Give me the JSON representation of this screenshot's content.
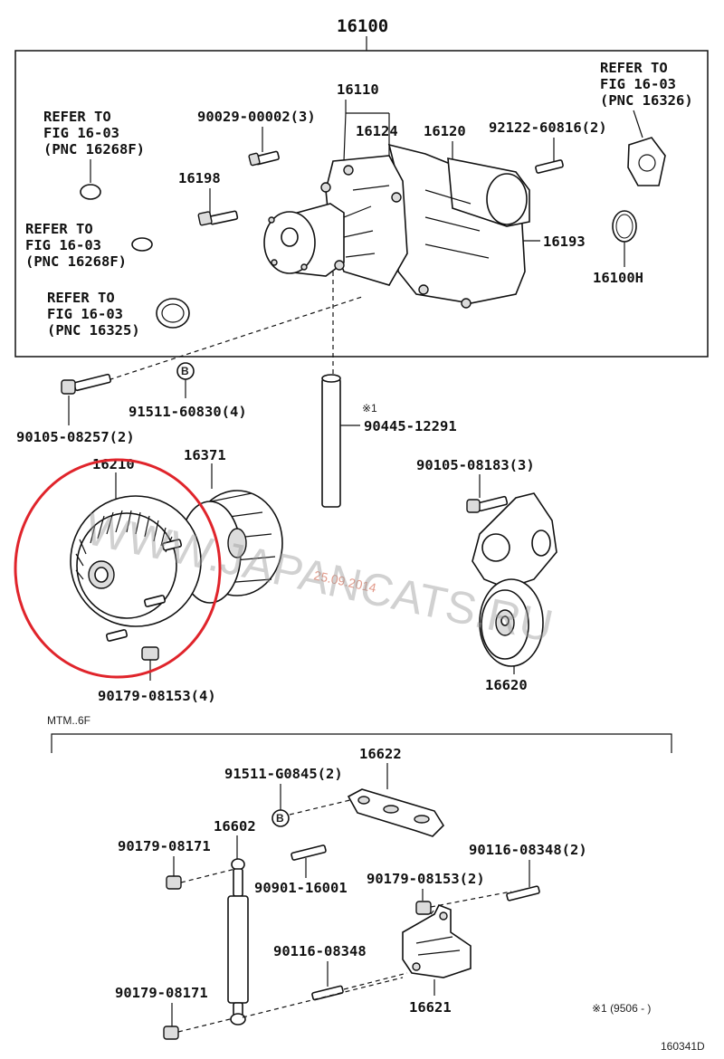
{
  "assembly_number": "16100",
  "labels": {
    "p16110": "16110",
    "p16124": "16124",
    "p16120": "16120",
    "p9002900002": "90029-00002(3)",
    "p16198": "16198",
    "p9212260816": "92122-60816(2)",
    "p16193": "16193",
    "p16100H": "16100H",
    "p9151160830": "91511-60830(4)",
    "p9010508257": "90105-08257(2)",
    "p9044512291": "90445-12291",
    "p16210": "16210",
    "p16371": "16371",
    "p9010508183": "90105-08183(3)",
    "p9017908153_4": "90179-08153(4)",
    "p16620": "16620",
    "p16622": "16622",
    "p91511G0845": "91511-G0845(2)",
    "p16602": "16602",
    "p9017908171_a": "90179-08171",
    "p9011608348_2": "90116-08348(2)",
    "p9090116001": "90901-16001",
    "p9017908153_2": "90179-08153(2)",
    "p9011608348": "90116-08348",
    "p9017908171_b": "90179-08171",
    "p16621": "16621"
  },
  "refer_blocks": [
    {
      "line1": "REFER TO",
      "line2": "FIG 16-03",
      "line3": "(PNC 16268F)"
    },
    {
      "line1": "REFER TO",
      "line2": "FIG 16-03",
      "line3": "(PNC 16268F)"
    },
    {
      "line1": "REFER TO",
      "line2": "FIG 16-03",
      "line3": "(PNC 16325)"
    },
    {
      "line1": "REFER TO",
      "line2": "FIG 16-03",
      "line3": "(PNC 16326)"
    }
  ],
  "marks": {
    "b_circle": "B",
    "note_mark": "※1",
    "footnote": "※1 (9506 -       )",
    "variant": "MTM..6F",
    "drawing_id": "160341D"
  },
  "watermark": {
    "date": "25.09.2014",
    "site": "WWW.JAPANCATS.RU"
  },
  "highlight_color": "#e0242b"
}
